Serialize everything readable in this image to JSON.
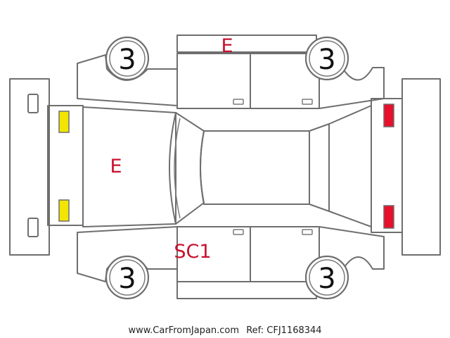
{
  "colors": {
    "outline": "#6e6e6e",
    "damage_text": "#c8102e",
    "front_lamp": "#f2e600",
    "rear_lamp": "#e8102a"
  },
  "wheels": {
    "front_left": "3",
    "front_right": "3",
    "rear_left": "3",
    "rear_right": "3"
  },
  "damage_marks": {
    "roof_rail_top": "E",
    "hood": "E",
    "side_lower": "SC1"
  },
  "footer": {
    "site": "www.CarFromJapan.com",
    "ref": "Ref: CFJ1168344"
  },
  "icons": {
    "front_lamp_icon": "yellow-rect",
    "rear_lamp_icon": "red-rect"
  }
}
